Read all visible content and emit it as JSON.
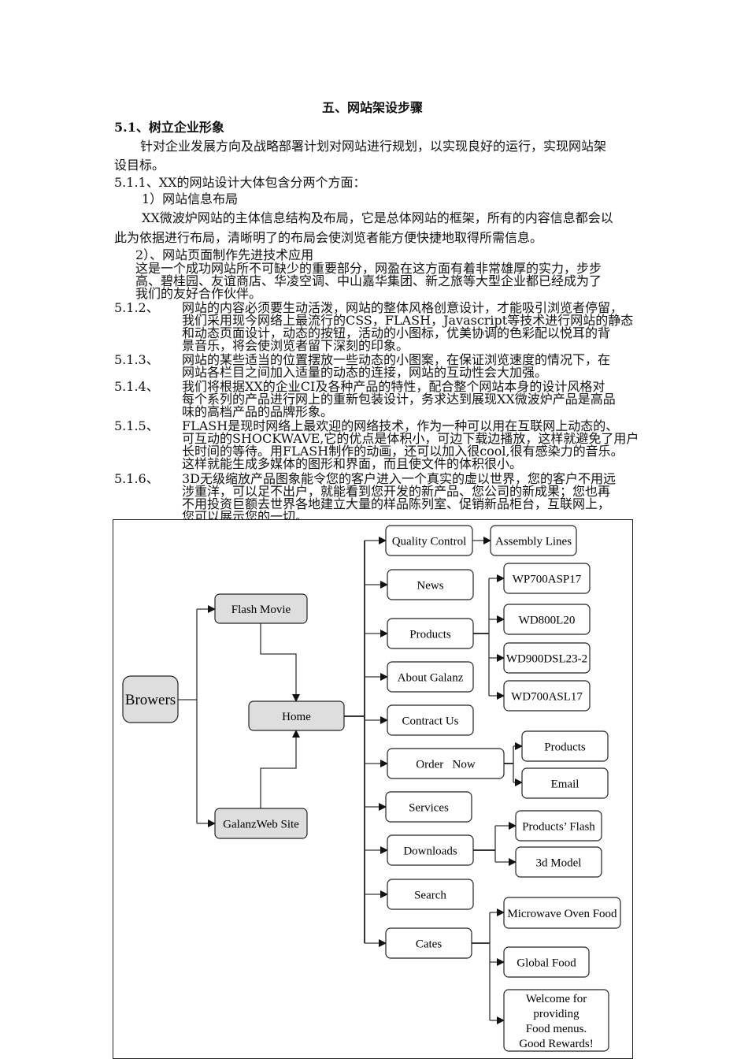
{
  "document": {
    "title": "五、网站架设步骤",
    "section": "5.1、树立企业形象",
    "intro": [
      "针对企业发展方向及战略部署计划对网站进行规划，以实现良好的运行，实现网站架",
      "设目标。"
    ],
    "sub_heading": "5.1.1、XX的网站设计大体包含分两个方面：",
    "item1_title": "1）网站信息布局",
    "item1_text": [
      "XX微波炉网站的主体信息结构及布局，它是总体网站的框架，所有的内容信息都会以",
      "此为依据进行布局，清晰明了的布局会使浏览者能方便快捷地取得所需信息。"
    ],
    "item2_title": "2）、网站页面制作先进技术应用",
    "item2_text": [
      "这是一个成功网站所不可缺少的重要部分，网盈在这方面有着非常雄厚的实力，步步",
      "高、碧桂园、友谊商店、华凌空调、中山嘉华集团、新之旅等大型企业都已经成为了",
      "我们的友好合作伙伴。"
    ],
    "points": [
      {
        "num": "5.1.2、",
        "lines": [
          "网站的内容必须要生动活泼，网站的整体风格创意设计，才能吸引浏览者停留，",
          "我们采用现今网络上最流行的CSS，FLASH，Javascript等技术进行网站的静态",
          "和动态页面设计，动态的按钮，活动的小图标，优美协调的色彩配以悦耳的背",
          "景音乐，将会使浏览者留下深刻的印象。"
        ]
      },
      {
        "num": "5.1.3、",
        "lines": [
          "网站的某些适当的位置摆放一些动态的小图案，在保证浏览速度的情况下，在",
          "网站各栏目之间加入适量的动态的连接，网站的互动性会大加强。"
        ]
      },
      {
        "num": "5.1.4、",
        "lines": [
          "我们将根据XX的企业CI及各种产品的特性，配合整个网站本身的设计风格对",
          "每个系列的产品进行网上的重新包装设计，务求达到展现XX微波炉产品是高品",
          "味的高档产品的品牌形象。"
        ]
      },
      {
        "num": "5.1.5、",
        "lines": [
          "FLASH是现时网络上最欢迎的网络技术，作为一种可以用在互联网上动态的、",
          "可互动的SHOCKWAVE,它的优点是体积小，可边下载边播放，这样就避免了用户",
          "长时间的等待。用FLASH制作的动画，还可以加入很cool,很有感染力的音乐。",
          "这样就能生成多媒体的图形和界面，而且使文件的体积很小。"
        ]
      },
      {
        "num": "5.1.6、",
        "lines": [
          "3D无级缩放产品图象能令您的客户进入一个真实的虚以世界，您的客户不用远",
          "涉重洋，可以足不出户，就能看到您开发的新产品、您公司的新成果；您也再",
          "不用投资巨额去世界各地建立大量的样品陈列室、促销新品柜台，互联网上，",
          "您可以展示您的一切。"
        ]
      }
    ]
  },
  "diagram": {
    "colors": {
      "highlight_fill": "#dedede",
      "node_fill": "#ffffff",
      "stroke": "#222222"
    },
    "nodes": {
      "browers": "Browers",
      "flash_movie": "Flash Movie",
      "home": "Home",
      "galanz_web_site": "GalanzWeb Site",
      "quality_control": "Quality Control",
      "assembly_lines": "Assembly Lines",
      "news": "News",
      "products": "Products",
      "wp700asp17": "WP700ASP17",
      "wd800l20": "WD800L20",
      "wd900dsl23": "WD900DSL23-2",
      "wd700asl17": "WD700ASL17",
      "about_galanz": "About Galanz",
      "contract_us": "Contract Us",
      "order_now": "Order   Now",
      "order_products": "Products",
      "order_email": "Email",
      "services": "Services",
      "downloads": "Downloads",
      "products_flash": "Products’ Flash",
      "model_3d": "3d Model",
      "search": "Search",
      "cates": "Cates",
      "microwave_oven_food": "Microwave Oven Food",
      "global_food": "Global Food",
      "welcome": [
        "Welcome for",
        "providing",
        "Food menus.",
        "Good Rewards!"
      ]
    }
  }
}
